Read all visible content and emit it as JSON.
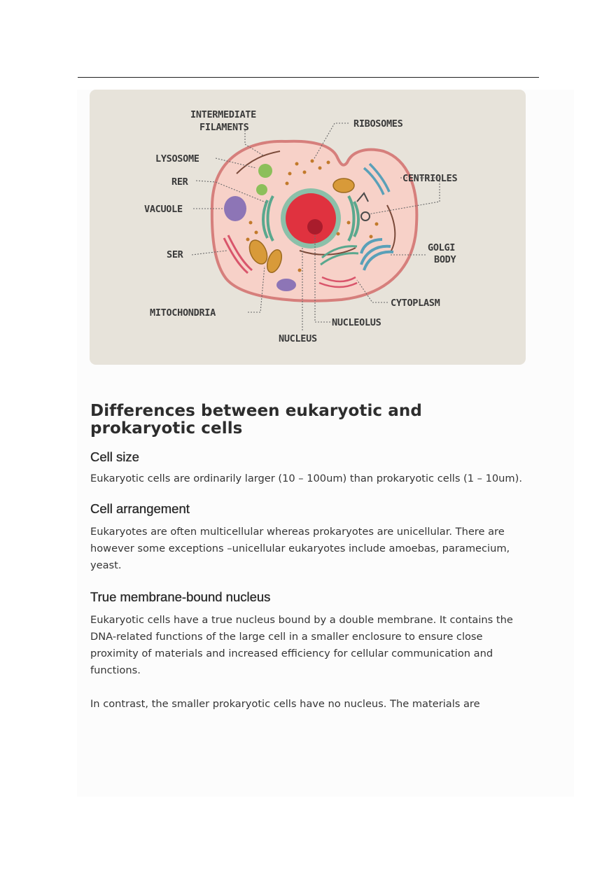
{
  "figure": {
    "labels": {
      "intermediate_filaments_1": "INTERMEDIATE",
      "intermediate_filaments_2": "FILAMENTS",
      "ribosomes": "RIBOSOMES",
      "lysosome": "LYSOSOME",
      "rer": "RER",
      "centrioles": "CENTRIOLES",
      "vacuole": "VACUOLE",
      "golgi_1": "GOLGI",
      "golgi_2": "BODY",
      "ser": "SER",
      "cytoplasm": "CYTOPLASM",
      "mitochondria": "MITOCHONDRIA",
      "nucleolus": "NUCLEOLUS",
      "nucleus": "NUCLEUS"
    },
    "colors": {
      "background": "#e7e3da",
      "membrane": "#d67f7c",
      "cytoplasm": "#f7d1c8",
      "nucleus": "#e0323f",
      "nucleolus": "#a91c2c",
      "nuclear_envelope": "#8bc0a9"
    }
  },
  "article": {
    "title": "Differences between eukaryotic and prokaryotic cells",
    "sections": [
      {
        "heading": "Cell size",
        "paragraphs": [
          "Eukaryotic cells are ordinarily larger (10 – 100um) than prokaryotic cells (1 – 10um)."
        ]
      },
      {
        "heading": "Cell arrangement",
        "paragraphs": [
          "Eukaryotes are often multicellular whereas prokaryotes are unicellular. There are however some exceptions –unicellular eukaryotes include amoebas, paramecium, yeast."
        ]
      },
      {
        "heading": "True membrane-bound nucleus",
        "paragraphs": [
          "Eukaryotic cells have a true nucleus bound by a double membrane. It contains the DNA-related functions of the large cell in a smaller enclosure to ensure close proximity of materials and increased efficiency for cellular communication and functions.",
          "In contrast, the smaller prokaryotic cells have no nucleus. The materials are"
        ]
      }
    ]
  }
}
